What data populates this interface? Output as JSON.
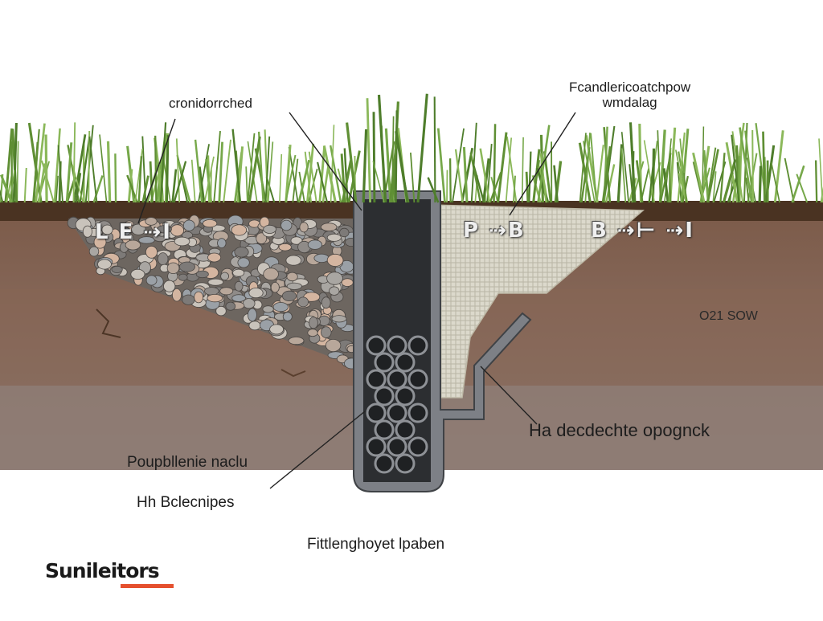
{
  "labels": {
    "top_left": "cronidorrched",
    "top_right_line1": "Fcandlericoatchpow",
    "top_right_line2": "wmdalag",
    "mid_right": "O21 SOW",
    "right_big": "Ha decdechte opognck",
    "left_1": "Poupbllenie naclu",
    "left_2": "Hh Bclecnipes",
    "bottom": "Fittlenghoyet lpaben"
  },
  "cross_section_letters": {
    "group_1": "L  E  ⇢I",
    "group_2": "P ⇢B",
    "group_3": "B ⇢⊢ ⇢I"
  },
  "logo": {
    "text": "Sunileitors",
    "accent_color": "#e5502e"
  },
  "colors": {
    "grass": "#6d9b3a",
    "topsoil": "#4a3322",
    "soil_upper": "#7a5a48",
    "soil_mid": "#8a6a58",
    "soil_lower": "#8f7a6e",
    "pipe": "#7c7f84",
    "fabric": "#d9d6c8"
  }
}
